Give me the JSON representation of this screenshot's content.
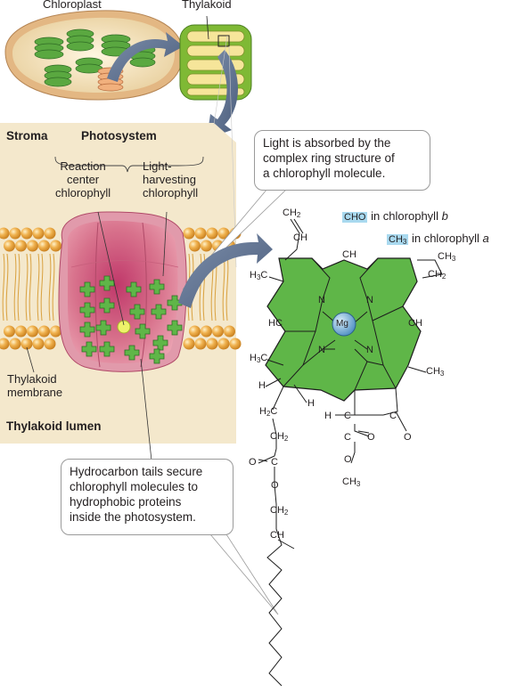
{
  "labels": {
    "chloroplast": "Chloroplast",
    "thylakoid": "Thylakoid",
    "stroma": "Stroma",
    "photosystem": "Photosystem",
    "reaction_center": [
      "Reaction",
      "center",
      "chlorophyll"
    ],
    "light_harvesting": [
      "Light-",
      "harvesting",
      "chlorophyll"
    ],
    "thylakoid_membrane": [
      "Thylakoid",
      "membrane"
    ],
    "thylakoid_lumen": "Thylakoid lumen"
  },
  "callouts": {
    "light_absorbed": [
      "Light is absorbed by the",
      "complex ring structure of",
      "a chlorophyll molecule."
    ],
    "hydrocarbon_tails": [
      "Hydrocarbon tails secure",
      "chlorophyll molecules to",
      "hydrophobic proteins",
      "inside the photosystem."
    ]
  },
  "molecule": {
    "variant_b_group": "CHO",
    "variant_b_text": "in chlorophyll",
    "variant_b_letter": "b",
    "variant_a_group": "CH3",
    "variant_a_text": "in chlorophyll",
    "variant_a_letter": "a",
    "center_atom": "Mg",
    "atoms": {
      "ch2_top": "CH2",
      "ch_vinyl": "CH",
      "ch_top_ring": "CH",
      "ch3_right_top": "CH3",
      "ch2_right": "CH2",
      "h3c_left": "H3C",
      "hc_left": "HC",
      "ch_right": "CH",
      "n1": "N",
      "n2": "N",
      "n3": "N",
      "n4": "N",
      "h3c_lower_left": "H3C",
      "ch3_lower_right": "CH3",
      "h_a": "H",
      "h_b": "H",
      "h2c_tail": "H2C",
      "ch2_tail1": "CH2",
      "o_ester1": "O",
      "c_ester1": "C",
      "o_ester1b": "O",
      "ch2_tail2": "CH2",
      "ch_tail": "CH",
      "h_ring": "H",
      "c_ring": "C",
      "c_ring2": "C",
      "c_ester2": "C",
      "o_ester2": "O",
      "o_ketone": "O",
      "o_ester2b": "O",
      "ch3_ester": "CH3"
    }
  },
  "colors": {
    "stroma_bg": "#f3e8cf",
    "membrane_head": "#e9a541",
    "protein": "#d67b8f",
    "chlorophyll_green": "#5fb648",
    "thylakoid_green": "#8cc63f",
    "arrow": "#5c6f8e",
    "callout_highlight": "#a9d9ef"
  }
}
